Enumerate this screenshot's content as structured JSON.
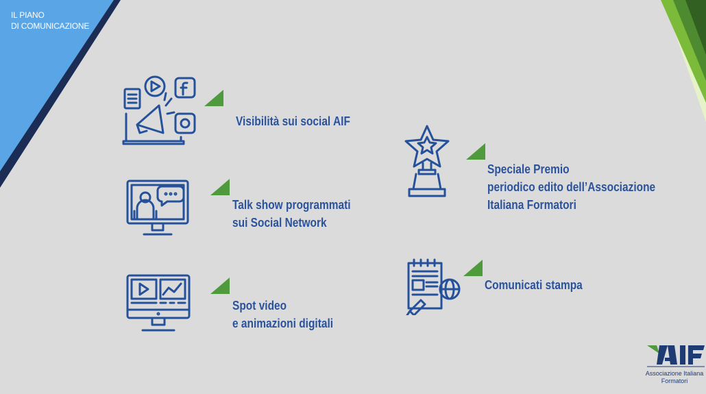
{
  "header": {
    "line1": "IL PIANO",
    "line2": "DI COMUNICAZIONE"
  },
  "colors": {
    "background": "#dbdbdb",
    "primary_blue": "#25519a",
    "light_blue": "#5aa5e6",
    "dark_navy": "#1b2d55",
    "accent_green": "#4e9a3c"
  },
  "items": [
    {
      "icon": "megaphone-social-icon",
      "lines": [
        "Visibilità sui social AIF"
      ]
    },
    {
      "icon": "talk-show-monitor-icon",
      "lines": [
        "Talk show programmati",
        "sui Social Network"
      ]
    },
    {
      "icon": "video-editing-monitor-icon",
      "lines": [
        "Spot video",
        "e animazioni digitali"
      ]
    },
    {
      "icon": "star-trophy-icon",
      "lines": [
        "Speciale Premio",
        "periodico edito dell’Associazione",
        "Italiana Formatori"
      ]
    },
    {
      "icon": "newspaper-globe-icon",
      "lines": [
        "Comunicati  stampa"
      ]
    }
  ],
  "logo": {
    "mark": "AIF",
    "line1": "Associazione Italiana",
    "line2": "Formatori"
  }
}
